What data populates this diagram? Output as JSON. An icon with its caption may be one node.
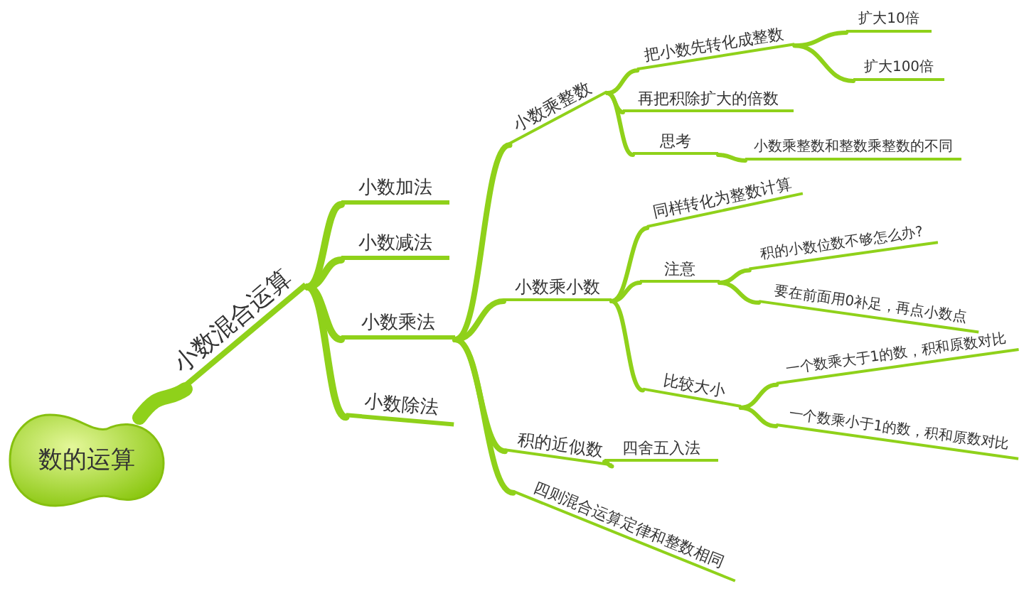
{
  "diagram": {
    "nodes": [
      {
        "text": [
          "数的运算"
        ]
      },
      {
        "text": [
          "小数混合运算"
        ]
      },
      {
        "text": [
          "小数加法"
        ]
      },
      {
        "text": [
          "小数减法"
        ]
      },
      {
        "text": [
          "小数乘法"
        ]
      },
      {
        "text": [
          "小数除法"
        ]
      },
      {
        "text": [
          "小数乘整数"
        ]
      },
      {
        "text": [
          "把小数先转化成整数"
        ]
      },
      {
        "text": [
          "扩大10倍"
        ]
      },
      {
        "text": [
          "扩大100倍"
        ]
      },
      {
        "text": [
          "再把积除扩大的倍数"
        ]
      },
      {
        "text": [
          "思考"
        ]
      },
      {
        "text": [
          "小数乘整数和整数乘整数的不同"
        ]
      },
      {
        "text": [
          "小数乘小数"
        ]
      },
      {
        "text": [
          "同样转化为整数计算"
        ]
      },
      {
        "text": [
          "注意"
        ]
      },
      {
        "text": [
          "积的小数位数不够怎么办?"
        ]
      },
      {
        "text": [
          "要在前面用0补足，再点小数点"
        ]
      },
      {
        "text": [
          "比较大小"
        ]
      },
      {
        "text": [
          "一个数乘大于1的数，积和原数对比"
        ]
      },
      {
        "text": [
          "一个数乘小于1的数，积和原数对比"
        ]
      },
      {
        "text": [
          "积的近似数"
        ]
      },
      {
        "text": [
          "四舍五入法"
        ]
      },
      {
        "text": [
          "四则混合运算定律和整数相同"
        ]
      }
    ],
    "edges": [
      {
        "from": 0,
        "to": 1,
        "arrow": "none",
        "style": "thick"
      },
      {
        "from": 1,
        "to": 2,
        "arrow": "none"
      },
      {
        "from": 1,
        "to": 3,
        "arrow": "none"
      },
      {
        "from": 1,
        "to": 4,
        "arrow": "none"
      },
      {
        "from": 1,
        "to": 5,
        "arrow": "none"
      },
      {
        "from": 4,
        "to": 6,
        "arrow": "none"
      },
      {
        "from": 6,
        "to": 7,
        "arrow": "none"
      },
      {
        "from": 7,
        "to": 8,
        "arrow": "none"
      },
      {
        "from": 7,
        "to": 9,
        "arrow": "none"
      },
      {
        "from": 6,
        "to": 10,
        "arrow": "none"
      },
      {
        "from": 6,
        "to": 11,
        "arrow": "none"
      },
      {
        "from": 11,
        "to": 12,
        "arrow": "none"
      },
      {
        "from": 4,
        "to": 13,
        "arrow": "none"
      },
      {
        "from": 13,
        "to": 14,
        "arrow": "none"
      },
      {
        "from": 13,
        "to": 15,
        "arrow": "none"
      },
      {
        "from": 15,
        "to": 16,
        "arrow": "none"
      },
      {
        "from": 15,
        "to": 17,
        "arrow": "none"
      },
      {
        "from": 13,
        "to": 18,
        "arrow": "none"
      },
      {
        "from": 18,
        "to": 19,
        "arrow": "none"
      },
      {
        "from": 18,
        "to": 20,
        "arrow": "none"
      },
      {
        "from": 4,
        "to": 21,
        "arrow": "none"
      },
      {
        "from": 21,
        "to": 22,
        "arrow": "none"
      },
      {
        "from": 4,
        "to": 23,
        "arrow": "none"
      }
    ]
  }
}
